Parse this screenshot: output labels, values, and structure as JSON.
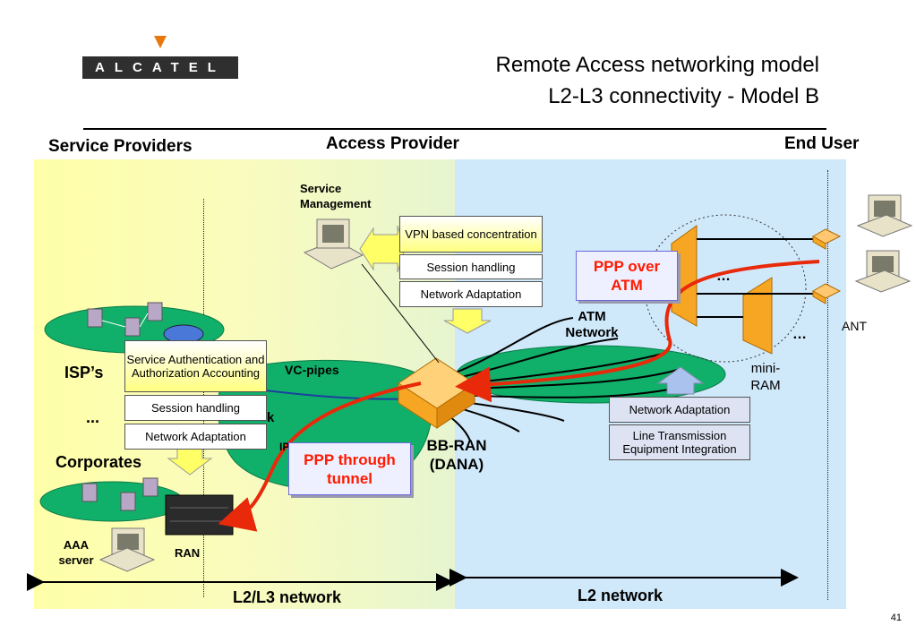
{
  "logo": {
    "text": "ALCATEL"
  },
  "title": {
    "line1": "Remote Access networking model",
    "line2": "L2-L3 connectivity - Model B"
  },
  "headers": {
    "service_providers": "Service Providers",
    "access_provider": "Access Provider",
    "end_user": "End User"
  },
  "labels": {
    "service_management": "Service Management",
    "isps": "ISP’s",
    "ellipsis_left": "...",
    "corporates": "Corporates",
    "aaa_server": "AAA server",
    "ran": "RAN",
    "vc_pipes": "VC-pipes",
    "k_frag": "k",
    "ip_frag": "IP",
    "atm_network": "ATM Network",
    "bb_ran": "BB-RAN (DANA)",
    "mini_ram": "mini-RAM",
    "ant": "ANT",
    "dots1": "…",
    "dots2": "…",
    "l2l3_network": "L2/L3 network",
    "l2_network": "L2 network"
  },
  "top_boxes": [
    "VPN based concentration",
    "Session handling",
    "Network Adaptation"
  ],
  "left_boxes": [
    "Service Authentication and Authorization Accounting",
    "Session handling",
    "Network Adaptation"
  ],
  "right_boxes": [
    "Network Adaptation",
    "Line Transmission Equipment Integration"
  ],
  "callouts": {
    "ppp_over_atm": "PPP over ATM",
    "ppp_through_tunnel": "PPP through tunnel"
  },
  "page_number": "41",
  "colors": {
    "alcatel_orange": "#e8780e",
    "ppp_arrow": "#e8290a",
    "network_green": "#11b06a",
    "router_orange": "#f6a623"
  }
}
